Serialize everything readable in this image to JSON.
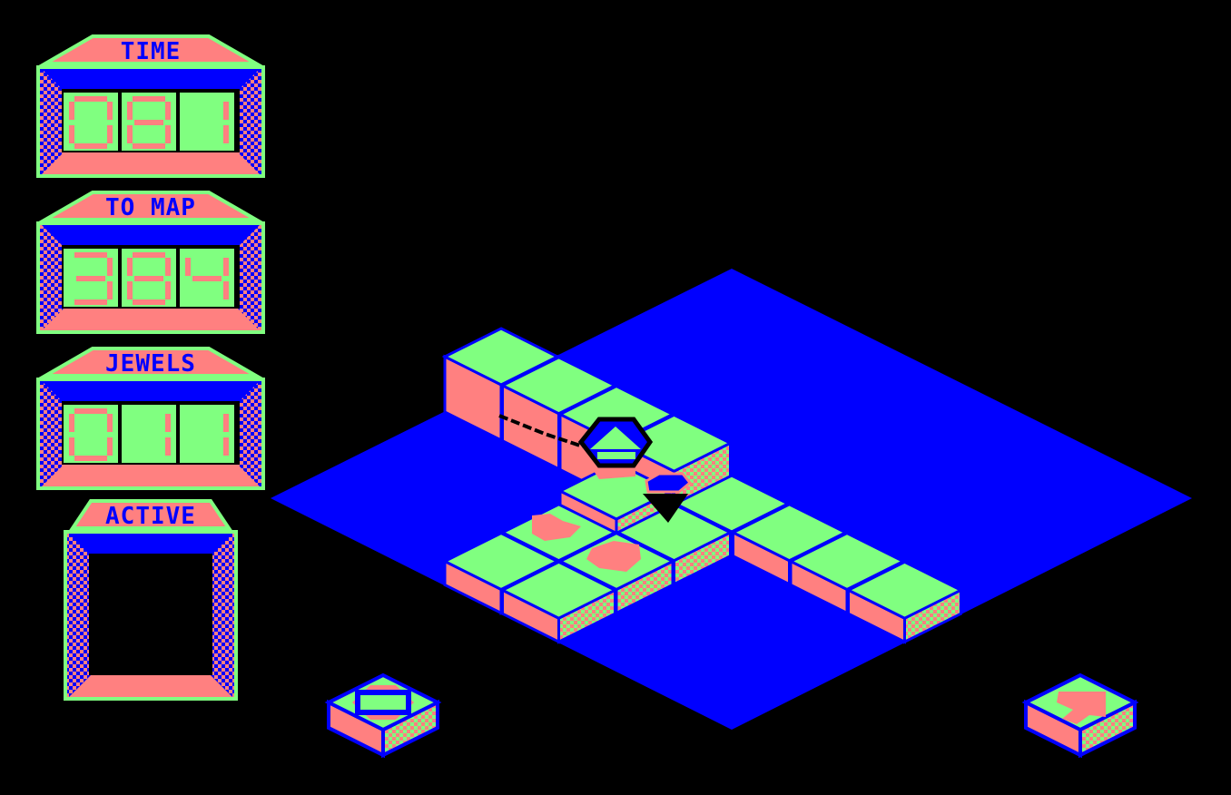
{
  "colors": {
    "green": "#80ff80",
    "salmon": "#ff8080",
    "blue": "#0000ff",
    "black": "#000000"
  },
  "panels": [
    {
      "label": "TIME",
      "digits": [
        "0",
        "8",
        "1"
      ]
    },
    {
      "label": "TO MAP",
      "digits": [
        "3",
        "8",
        "4"
      ]
    },
    {
      "label": "JEWELS",
      "digits": [
        "0",
        "1",
        "1"
      ]
    }
  ],
  "active": {
    "label": "ACTIVE"
  },
  "icons": {
    "left_button": "map-block-icon",
    "right_button": "direction-arrow-block-icon",
    "player": "gyroscope-player-icon",
    "jewel": "jewel-icon"
  }
}
